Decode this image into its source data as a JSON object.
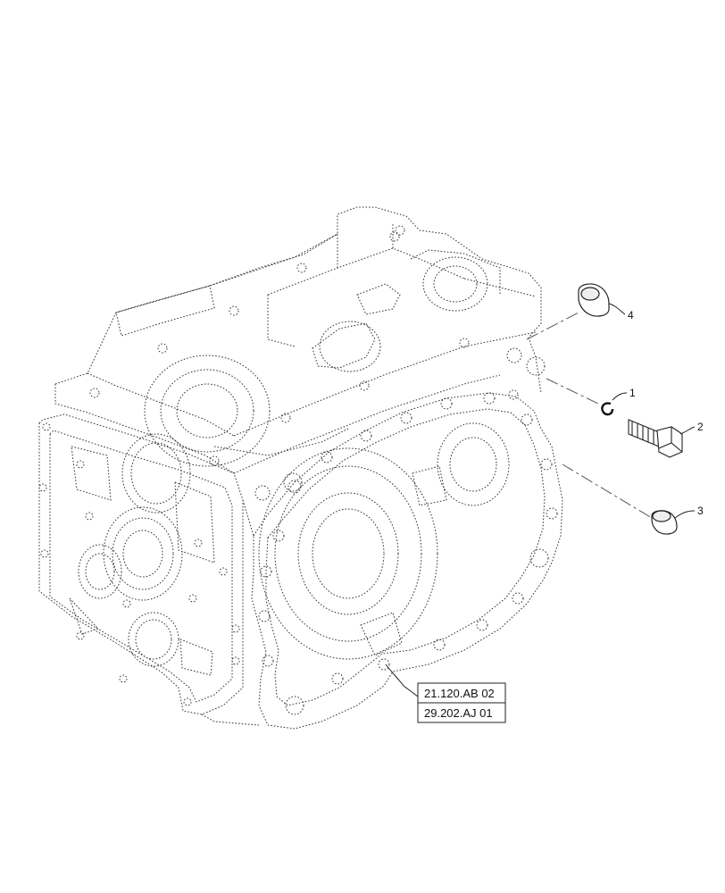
{
  "callouts": [
    {
      "id": "1",
      "label": "1"
    },
    {
      "id": "2",
      "label": "2"
    },
    {
      "id": "3",
      "label": "3"
    },
    {
      "id": "4",
      "label": "4"
    }
  ],
  "references": [
    {
      "label": "21.120.AB 02"
    },
    {
      "label": "29.202.AJ 01"
    }
  ]
}
